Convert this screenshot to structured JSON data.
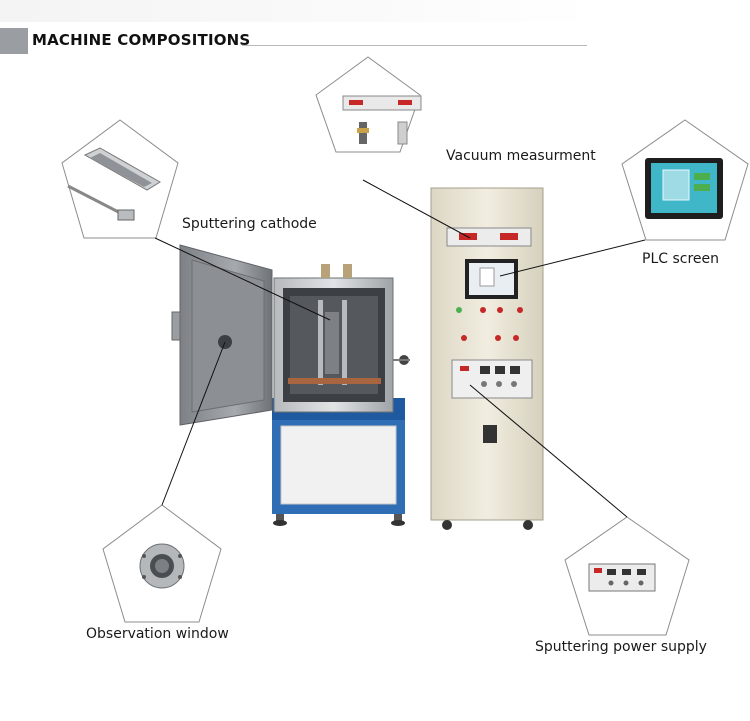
{
  "header": {
    "title": "MACHINE COMPOSITIONS"
  },
  "callouts": {
    "vacuum": "Vacuum measurment",
    "cathode": "Sputtering cathode",
    "plc": "PLC screen",
    "window": "Observation window",
    "power": "Sputtering power supply"
  },
  "colors": {
    "frame_blue": "#2f6db5",
    "cabinet": "#e9e4d3",
    "chamber": "#8a8d90",
    "screen_cyan": "#3fb7c9"
  }
}
